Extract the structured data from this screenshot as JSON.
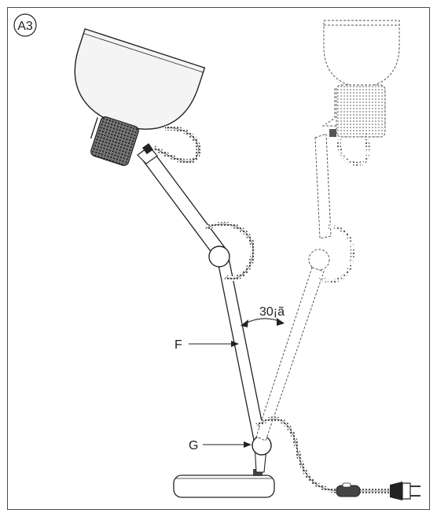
{
  "diagram": {
    "step_badge": "A3",
    "angle_label": "30¡ã",
    "labels": {
      "arm": "F",
      "joint": "G"
    },
    "colors": {
      "line": "#222222",
      "dashed": "#555555",
      "cord": "#555555",
      "shade_fill": "#f4f4f4",
      "socket_fill": "#444444"
    }
  }
}
